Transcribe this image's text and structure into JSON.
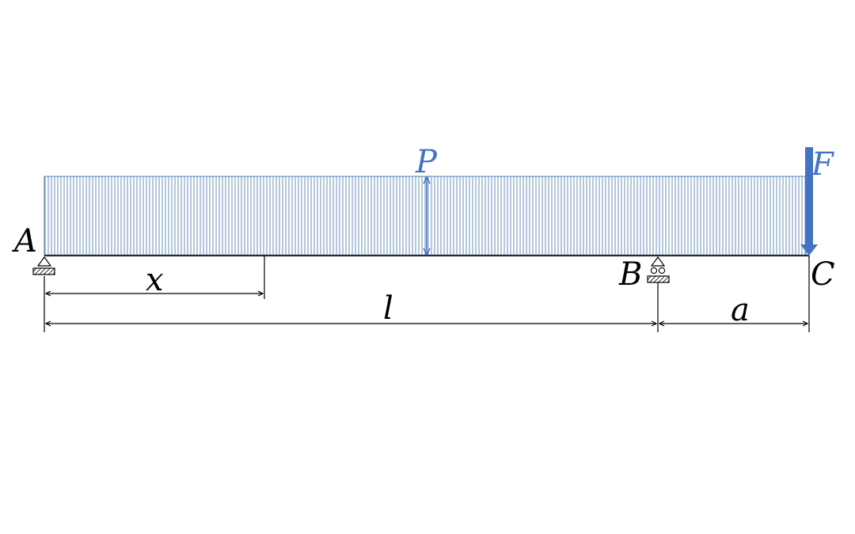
{
  "labels": {
    "point_a": "A",
    "point_b": "B",
    "point_c": "C",
    "load_p": "P",
    "force_f": "F",
    "dim_x": "x",
    "dim_l": "l",
    "dim_a": "a"
  },
  "colors": {
    "load": "#4472c4",
    "load_hatch": "#6a8fb8",
    "beam": "#1f2d3d",
    "text": "#000000"
  }
}
